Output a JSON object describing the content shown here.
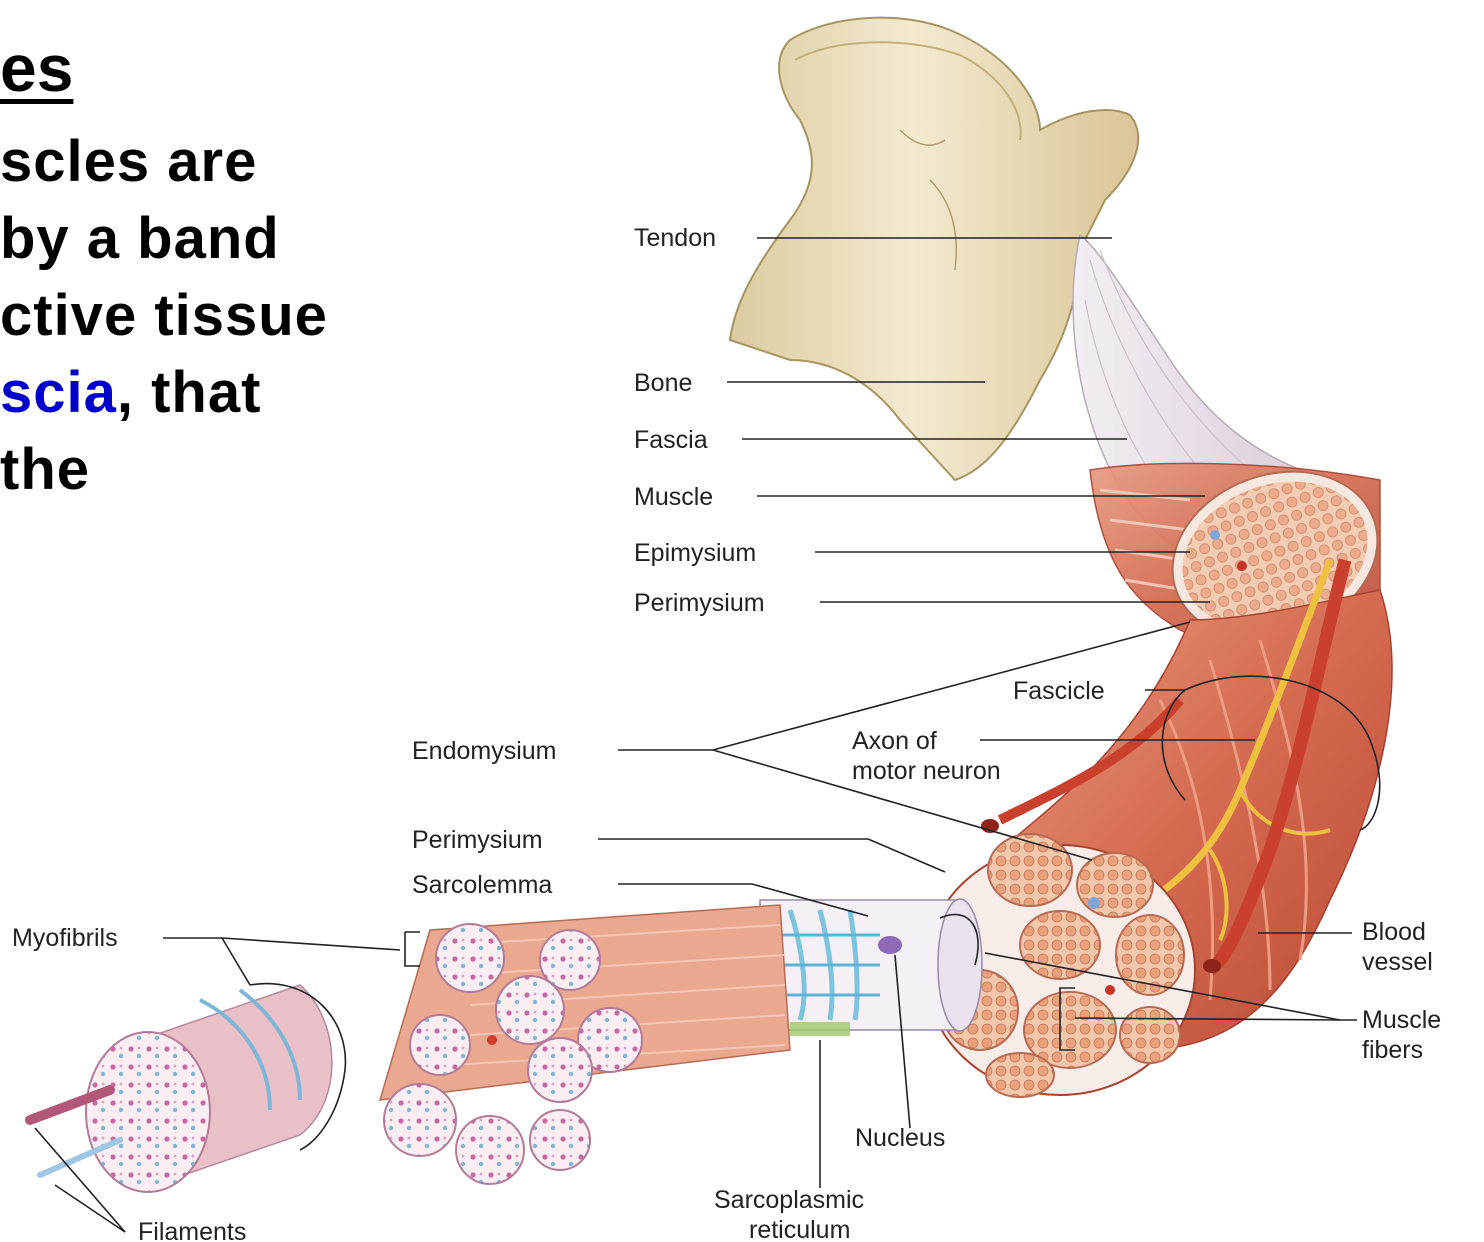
{
  "slide": {
    "title": "es",
    "lines": [
      {
        "parts": [
          {
            "text": "scles are",
            "highlight": false
          }
        ]
      },
      {
        "parts": [
          {
            "text": "by a band",
            "highlight": false
          }
        ]
      },
      {
        "parts": [
          {
            "text": "ctive tissue",
            "highlight": false
          }
        ]
      },
      {
        "parts": [
          {
            "text": "scia",
            "highlight": true
          },
          {
            "text": ", that",
            "highlight": false
          }
        ]
      },
      {
        "parts": [
          {
            "text": " the",
            "highlight": false
          }
        ]
      }
    ],
    "highlight_color": "#0000cc"
  },
  "diagram": {
    "labels": {
      "tendon": "Tendon",
      "bone": "Bone",
      "fascia": "Fascia",
      "muscle": "Muscle",
      "epimysium": "Epimysium",
      "perimysium_top": "Perimysium",
      "fascicle": "Fascicle",
      "endomysium": "Endomysium",
      "axon_1": "Axon of",
      "axon_2": "motor neuron",
      "perimysium_mid": "Perimysium",
      "sarcolemma": "Sarcolemma",
      "myofibrils": "Myofibrils",
      "blood_vessel_1": "Blood",
      "blood_vessel_2": "vessel",
      "muscle_fibers_1": "Muscle",
      "muscle_fibers_2": "fibers",
      "nucleus": "Nucleus",
      "sarcoplasmic_1": "Sarcoplasmic",
      "sarcoplasmic_2": "reticulum",
      "filaments": "Filaments"
    },
    "colors": {
      "bone": "#efe2c0",
      "muscle": "#d8735a",
      "tendon": "#ece7ef",
      "nerve": "#f0c040",
      "vessel": "#c9402e",
      "sarcoplasmic": "#7cc3e0"
    }
  }
}
